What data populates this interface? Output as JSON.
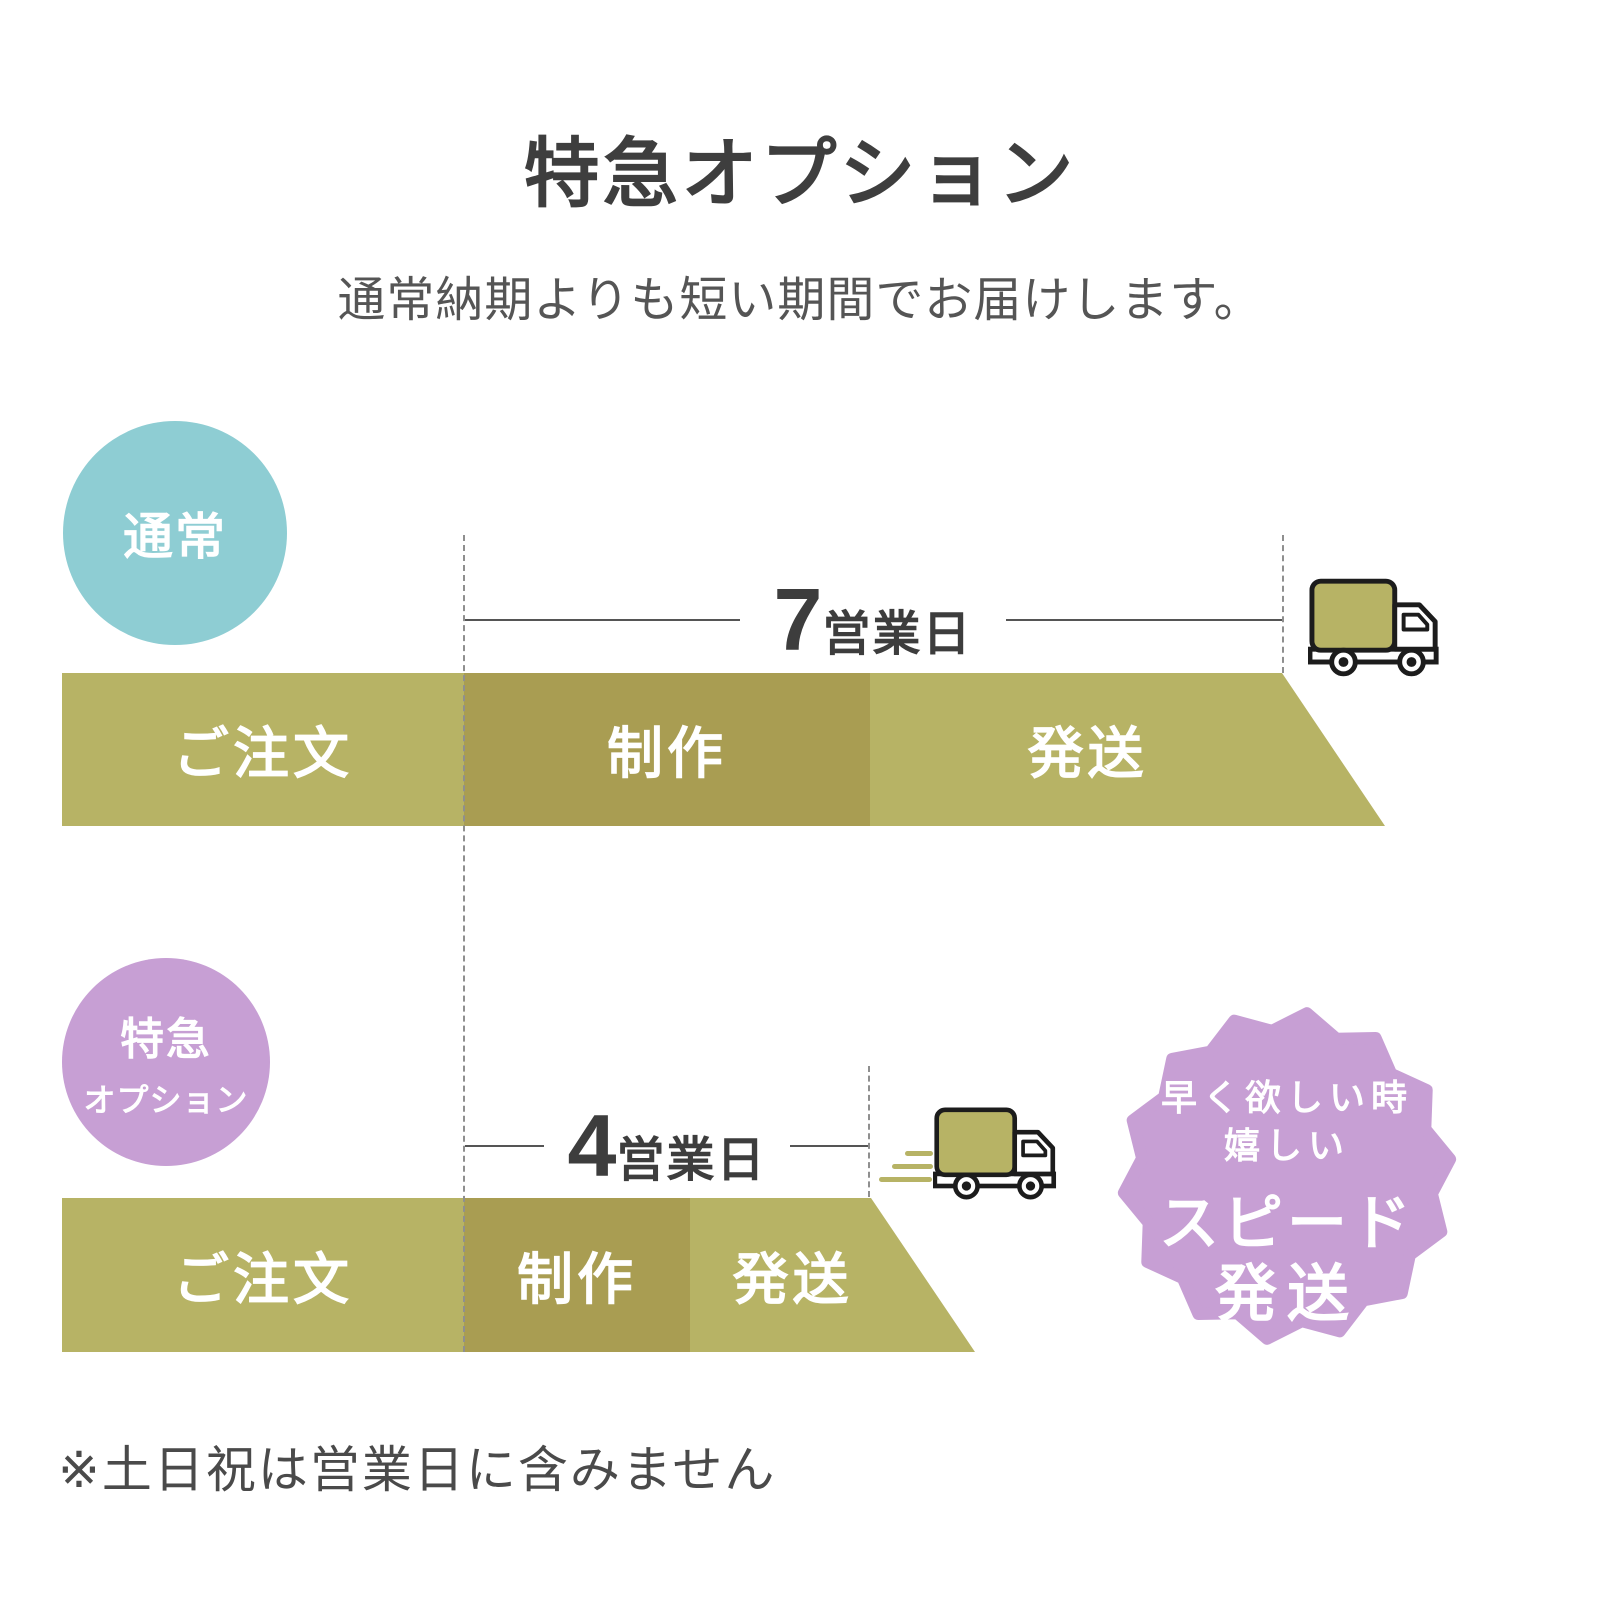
{
  "title": "特急オプション",
  "subtitle": "通常納期よりも短い期間でお届けします。",
  "normal": {
    "label": "通常",
    "days_number": "7",
    "days_unit": "営業日",
    "steps": [
      "ご注文",
      "制作",
      "発送"
    ]
  },
  "express": {
    "label_line1": "特急",
    "label_line2": "オプション",
    "days_number": "4",
    "days_unit": "営業日",
    "steps": [
      "ご注文",
      "制作",
      "発送"
    ]
  },
  "seal": {
    "line1": "早く欲しい時",
    "line2": "嬉しい",
    "line3": "スピード",
    "line4": "発送"
  },
  "footnote": "※土日祝は営業日に含みません",
  "icons": {
    "truck_normal": "delivery-truck-icon",
    "truck_express": "delivery-truck-speed-icon"
  },
  "colors": {
    "teal": "#8ecdd3",
    "purple": "#c79fd4",
    "olive_light": "#b7b365",
    "olive_dark": "#a99d52",
    "text_dark": "#3e3e3e",
    "text_gray": "#555555",
    "truck_outline": "#1c1c1c"
  }
}
